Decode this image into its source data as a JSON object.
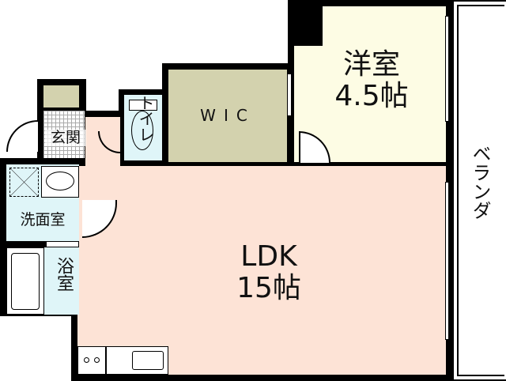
{
  "rooms": {
    "western": {
      "name": "洋室",
      "size": "4.5帖"
    },
    "wic": {
      "name": "WIC"
    },
    "toilet": {
      "name": "トイレ"
    },
    "entrance": {
      "name": "玄関"
    },
    "washroom": {
      "name": "洗面室"
    },
    "bath": {
      "name": "浴室"
    },
    "ldk": {
      "name": "LDK",
      "size": "15帖"
    },
    "veranda": {
      "name": "ベランダ"
    }
  },
  "colors": {
    "ldk": "#fde3d6",
    "western": "#fdfce4",
    "wic": "#d3d2ae",
    "wet": "#dff5f8",
    "wall": "#000000"
  }
}
